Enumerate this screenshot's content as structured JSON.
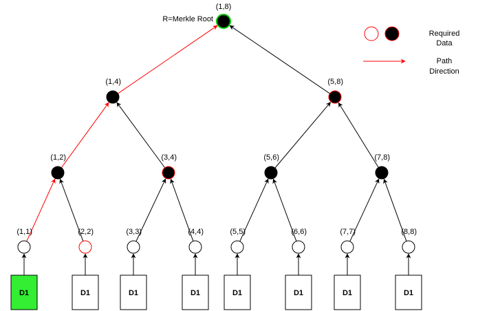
{
  "root_label": "R=Merkle Root",
  "legend": {
    "required_line1": "Required",
    "required_line2": "Data",
    "path_line1": "Path",
    "path_line2": "Direction"
  },
  "colors": {
    "path": "#ff0000",
    "root_fill": "#000000",
    "root_stroke": "#00cc00",
    "leaf_highlight": "#33ee33",
    "node": "#000000"
  },
  "nodes": [
    {
      "id": "n18",
      "label": "(1,8)",
      "style": "root"
    },
    {
      "id": "n14",
      "label": "(1,4)",
      "style": "filled"
    },
    {
      "id": "n58",
      "label": "(5,8)",
      "style": "filled-red"
    },
    {
      "id": "n12",
      "label": "(1,2)",
      "style": "filled"
    },
    {
      "id": "n34",
      "label": "(3,4)",
      "style": "filled-red"
    },
    {
      "id": "n56",
      "label": "(5,6)",
      "style": "filled"
    },
    {
      "id": "n78",
      "label": "(7,8)",
      "style": "filled"
    },
    {
      "id": "n11",
      "label": "(1,1)",
      "style": "open"
    },
    {
      "id": "n22",
      "label": "(2,2)",
      "style": "open-red"
    },
    {
      "id": "n33",
      "label": "(3,3)",
      "style": "open"
    },
    {
      "id": "n44",
      "label": "(4,4)",
      "style": "open"
    },
    {
      "id": "n55",
      "label": "(5,5)",
      "style": "open"
    },
    {
      "id": "n66",
      "label": "(6,6)",
      "style": "open"
    },
    {
      "id": "n77",
      "label": "(7,7)",
      "style": "open"
    },
    {
      "id": "n88",
      "label": "(8,8)",
      "style": "open"
    }
  ],
  "edges": [
    {
      "from": "n14",
      "to": "n18",
      "path": true
    },
    {
      "from": "n58",
      "to": "n18",
      "path": false
    },
    {
      "from": "n12",
      "to": "n14",
      "path": true
    },
    {
      "from": "n34",
      "to": "n14",
      "path": false
    },
    {
      "from": "n56",
      "to": "n58",
      "path": false
    },
    {
      "from": "n78",
      "to": "n58",
      "path": false
    },
    {
      "from": "n11",
      "to": "n12",
      "path": true
    },
    {
      "from": "n22",
      "to": "n12",
      "path": false
    },
    {
      "from": "n33",
      "to": "n34",
      "path": false
    },
    {
      "from": "n44",
      "to": "n34",
      "path": false
    },
    {
      "from": "n55",
      "to": "n56",
      "path": false
    },
    {
      "from": "n66",
      "to": "n56",
      "path": false
    },
    {
      "from": "n77",
      "to": "n78",
      "path": false
    },
    {
      "from": "n88",
      "to": "n78",
      "path": false
    }
  ],
  "leaves": [
    {
      "label": "D1",
      "leaf_of": "n11",
      "highlight": true
    },
    {
      "label": "D1",
      "leaf_of": "n22",
      "highlight": false
    },
    {
      "label": "D1",
      "leaf_of": "n33",
      "highlight": false
    },
    {
      "label": "D1",
      "leaf_of": "n44",
      "highlight": false
    },
    {
      "label": "D1",
      "leaf_of": "n55",
      "highlight": false
    },
    {
      "label": "D1",
      "leaf_of": "n66",
      "highlight": false
    },
    {
      "label": "D1",
      "leaf_of": "n77",
      "highlight": false
    },
    {
      "label": "D1",
      "leaf_of": "n88",
      "highlight": false
    }
  ]
}
